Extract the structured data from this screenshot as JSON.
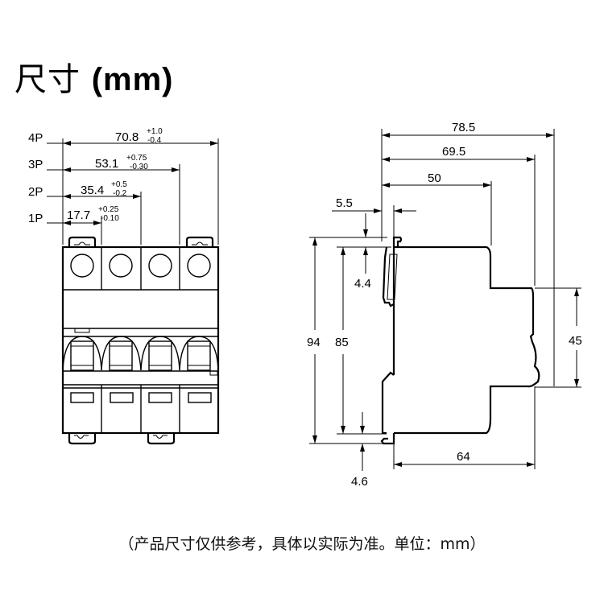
{
  "title": {
    "main": "尺寸",
    "unit": "(mm)"
  },
  "front_view": {
    "poles": [
      {
        "label": "4P",
        "value": "70.8",
        "tol_plus": "+1.0",
        "tol_minus": "-0.4"
      },
      {
        "label": "3P",
        "value": "53.1",
        "tol_plus": "+0.75",
        "tol_minus": "-0.30"
      },
      {
        "label": "2P",
        "value": "35.4",
        "tol_plus": "+0.5",
        "tol_minus": "-0.2"
      },
      {
        "label": "1P",
        "value": "17.7",
        "tol_plus": "+0.25",
        "tol_minus": "-0.10"
      }
    ],
    "pole_count": 4
  },
  "side_view": {
    "dims": {
      "overall_depth": "78.5",
      "depth_to_front": "69.5",
      "depth_to_step": "50",
      "rail_offset": "5.5",
      "overall_height": "94",
      "body_height": "85",
      "top_clip": "4.4",
      "bottom_clip": "4.6",
      "front_face_height": "45",
      "base_to_front": "64"
    }
  },
  "footnote": "（产品尺寸仅供参考，具体以实际为准。单位：mm）"
}
